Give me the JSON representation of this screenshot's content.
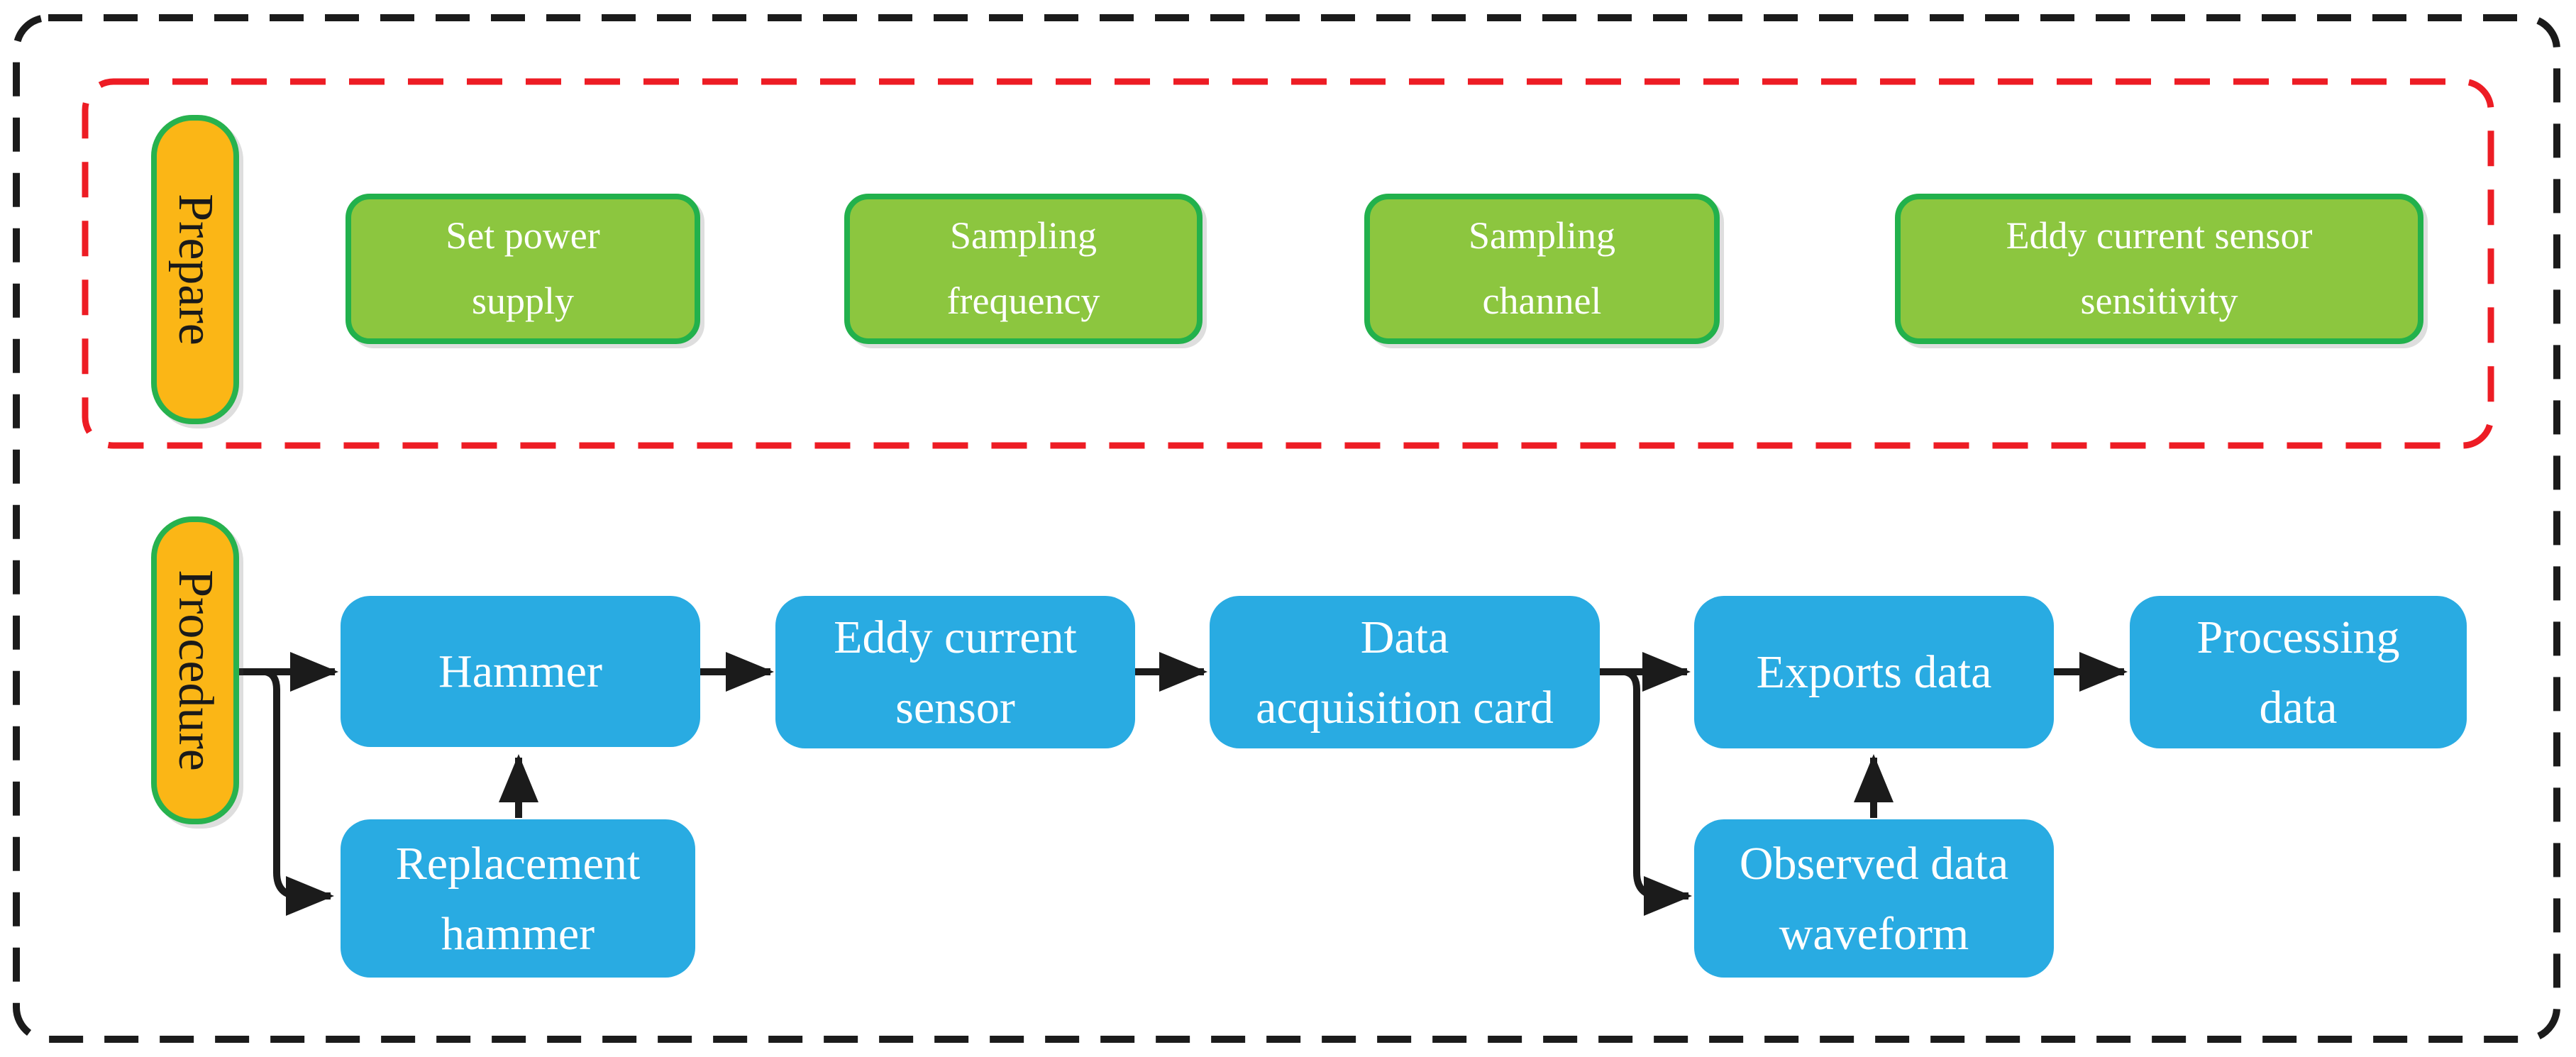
{
  "colors": {
    "outer_border": "#1b1b1b",
    "prepare_border": "#ED1C24",
    "stage_tag_fill": "#FBB616",
    "stage_tag_border": "#27B24E",
    "prepare_box_fill": "#8CC63F",
    "prepare_box_border": "#22B14C",
    "procedure_box_fill": "#29ABE2",
    "arrow": "#1b1b1b",
    "box_text": "#FFFFFF",
    "tag_text": "#1a1a1a"
  },
  "prepare": {
    "label": "Prepare",
    "items": [
      {
        "label": "Set power\nsupply"
      },
      {
        "label": "Sampling\nfrequency"
      },
      {
        "label": "Sampling\nchannel"
      },
      {
        "label": "Eddy current sensor\nsensitivity"
      }
    ]
  },
  "procedure": {
    "label": "Procedure",
    "main_steps": [
      {
        "label": "Hammer"
      },
      {
        "label": "Eddy current\nsensor"
      },
      {
        "label": "Data\nacquisition card"
      },
      {
        "label": "Exports data"
      },
      {
        "label": "Processing\ndata"
      }
    ],
    "sub_steps": [
      {
        "label": "Replacement\nhammer"
      },
      {
        "label": "Observed data\nwaveform"
      }
    ]
  },
  "connections": [
    {
      "from": "Procedure",
      "to": "Hammer"
    },
    {
      "from": "Procedure",
      "to": "Replacement hammer"
    },
    {
      "from": "Replacement hammer",
      "to": "Hammer"
    },
    {
      "from": "Hammer",
      "to": "Eddy current sensor"
    },
    {
      "from": "Eddy current sensor",
      "to": "Data acquisition card"
    },
    {
      "from": "Data acquisition card",
      "to": "Exports data"
    },
    {
      "from": "Data acquisition card",
      "to": "Observed data waveform"
    },
    {
      "from": "Observed data waveform",
      "to": "Exports data"
    },
    {
      "from": "Exports data",
      "to": "Processing data"
    }
  ]
}
